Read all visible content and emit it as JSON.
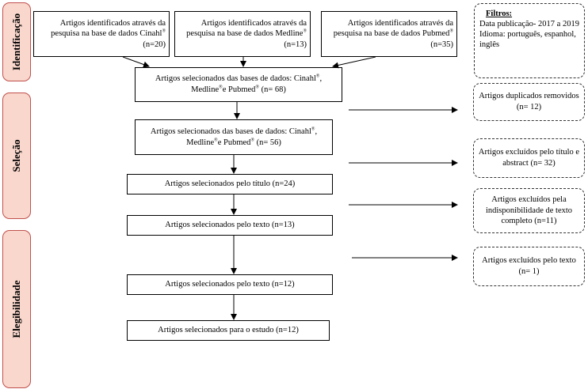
{
  "stages": {
    "identification": "Identificação",
    "selection": "Seleção",
    "eligibility": "Elegibilidade"
  },
  "sources": {
    "cinahl": {
      "text": "Artigos identificados através da pesquisa na base de dados Cinahl",
      "sup": "®",
      "count": "(n=20)"
    },
    "medline": {
      "text": "Artigos identificados através da pesquisa na base de dados Medline",
      "sup": "®",
      "count": "(n=13)"
    },
    "pubmed": {
      "text": "Artigos identificados através da pesquisa na base de dados Pubmed",
      "sup": "®",
      "count": "(n=35)"
    }
  },
  "filters": {
    "title": "Filtros:",
    "line1": "Data publicação- 2017 a 2019",
    "line2": "Idioma: português, espanhol, inglês"
  },
  "steps": {
    "s1": {
      "prefix": "Artigos selecionados das bases de dados: Cinahl",
      "sup1": "®",
      "mid1": ", Medline",
      "sup2": "®",
      "mid2": "e Pubmed",
      "sup3": "®",
      "count": " (n= 68)"
    },
    "s2": {
      "prefix": "Artigos selecionados das bases de dados: Cinahl",
      "sup1": "®",
      "mid1": ", Medline",
      "sup2": "®",
      "mid2": "e Pubmed",
      "sup3": "®",
      "count": " (n= 56)"
    },
    "s3": "Artigos selecionados pelo título (n=24)",
    "s4": "Artigos selecionados pelo texto (n=13)",
    "s5": "Artigos selecionados pelo texto (n=12)",
    "s6": "Artigos selecionados para o estudo (n=12)"
  },
  "exclusions": {
    "e1": "Artigos duplicados removidos (n= 12)",
    "e2": "Artigos excluídos pelo título e abstract (n= 32)",
    "e3": "Artigos excluídos pela indisponibilidade de texto completo (n=11)",
    "e4": "Artigos excluídos pelo texto (n= 1)"
  }
}
